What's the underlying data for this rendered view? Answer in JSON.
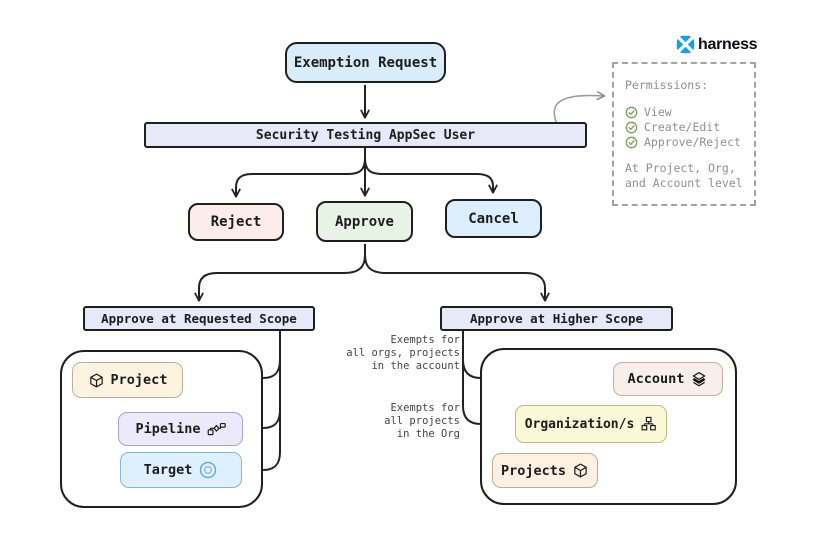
{
  "brand": {
    "name": "harness"
  },
  "flow": {
    "exemption": "Exemption Request",
    "appsec": "Security Testing AppSec User",
    "reject": "Reject",
    "approve": "Approve",
    "cancel": "Cancel",
    "requested_scope_title": "Approve at Requested Scope",
    "higher_scope_title": "Approve at Higher Scope",
    "project": "Project",
    "pipeline": "Pipeline",
    "target": "Target",
    "account": "Account",
    "organizations": "Organization/s",
    "projects": "Projects"
  },
  "permissions": {
    "title": "Permissions:",
    "items": [
      "View",
      "Create/Edit",
      "Approve/Reject"
    ],
    "footer": [
      "At Project, Org,",
      "and Account level"
    ]
  },
  "annotations": {
    "account_note": [
      "Exempts for",
      "all orgs, projects",
      "in the account"
    ],
    "org_note": [
      "Exempts for",
      "all projects",
      "in the Org"
    ]
  },
  "colors": {
    "exemption_bg": "#d8ecfa",
    "appsec_bg": "#e9e8f8",
    "reject_bg": "#fcedeb",
    "approve_bg": "#e6f3e5",
    "cancel_bg": "#dcedfb",
    "scope_bg": "#e9e8f8",
    "project_bg": "#fdf3e1",
    "pipeline_bg": "#eceafa",
    "target_bg": "#def0fc",
    "account_bg": "#f8eeea",
    "organizations_bg": "#fbf8d8",
    "projects_bg": "#fdf1e4",
    "brand_blue": "#18a0e0",
    "check_green": "#7d9c5e",
    "arrow_dark": "#222222",
    "arrow_gray": "#8f8f8f"
  }
}
